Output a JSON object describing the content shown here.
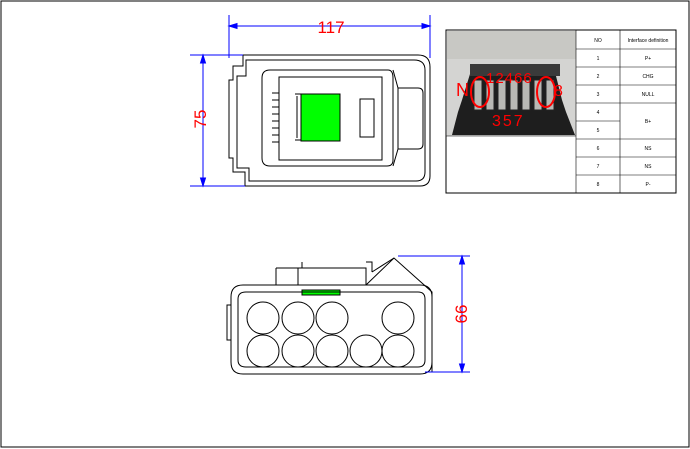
{
  "drawing": {
    "dimensions": {
      "width": "117",
      "height": "75",
      "depth": "66"
    },
    "photo_labels": {
      "top": "12466",
      "left_mark": "N",
      "right_mark": "8",
      "bottom": "357"
    },
    "pin_table": {
      "headers": [
        "NO",
        "Interface definition"
      ],
      "rows": [
        {
          "no": "1",
          "def": "P+"
        },
        {
          "no": "2",
          "def": "CHG"
        },
        {
          "no": "3",
          "def": "NULL"
        },
        {
          "no": "4",
          "def": "B+"
        },
        {
          "no": "5",
          "def": ""
        },
        {
          "no": "6",
          "def": "NS"
        },
        {
          "no": "7",
          "def": "NS"
        },
        {
          "no": "8",
          "def": "P-"
        }
      ]
    },
    "colors": {
      "line": "#000000",
      "dimension": "#0000ff",
      "dim_text": "#ff0000",
      "indicator": "#00ff00",
      "photo_markup": "#ff0000"
    }
  }
}
